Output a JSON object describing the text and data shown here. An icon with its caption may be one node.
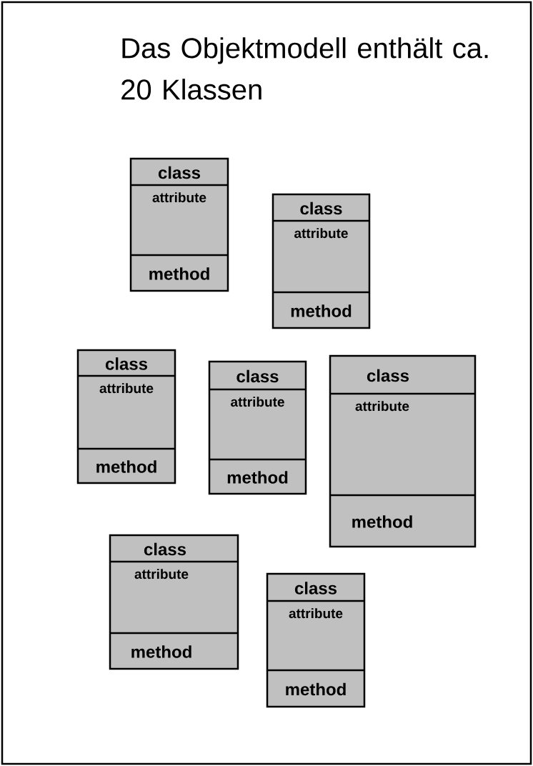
{
  "diagram": {
    "title": "Das Objektmodell enthält ca. 20 Klassen",
    "nodes": [
      {
        "text": [
          "class",
          "attribute",
          "method"
        ]
      },
      {
        "text": [
          "class",
          "attribute",
          "method"
        ]
      },
      {
        "text": [
          "class",
          "attribute",
          "method"
        ]
      },
      {
        "text": [
          "class",
          "attribute",
          "method"
        ]
      },
      {
        "text": [
          "class",
          "attribute",
          "method"
        ]
      },
      {
        "text": [
          "class",
          "attribute",
          "method"
        ]
      },
      {
        "text": [
          "class",
          "attribute",
          "method"
        ]
      }
    ]
  }
}
